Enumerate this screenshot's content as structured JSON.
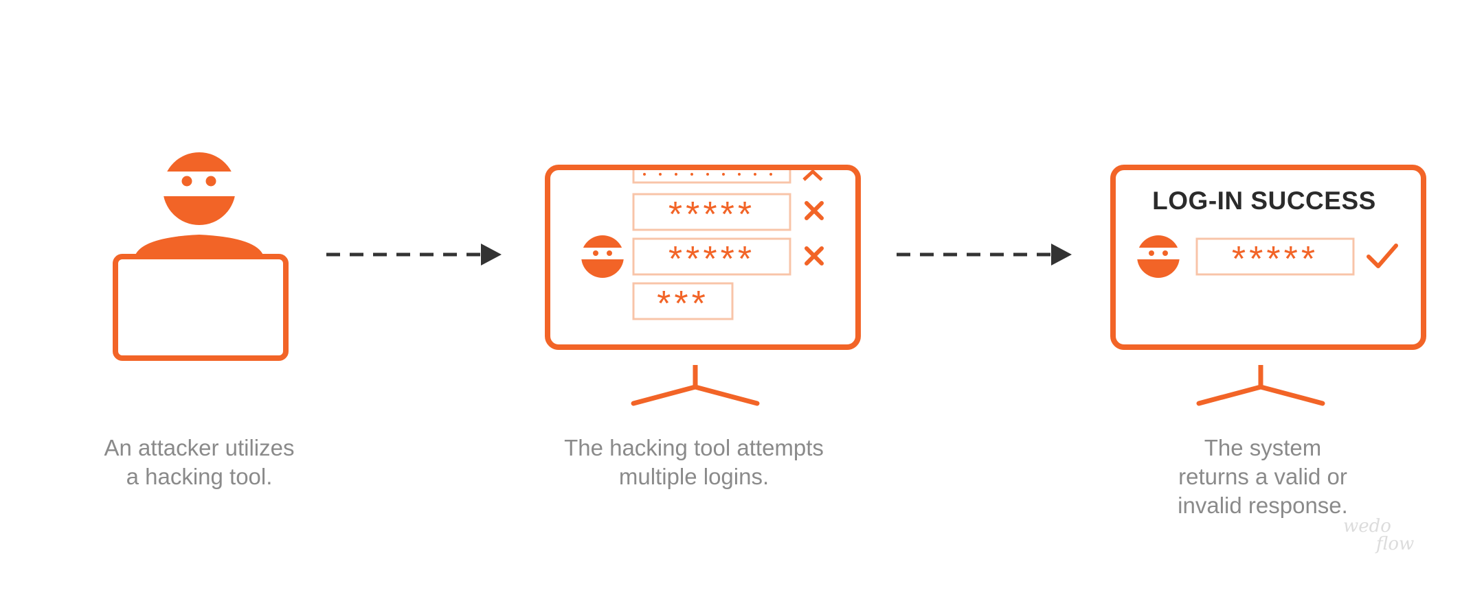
{
  "captions": {
    "step1": [
      "An attacker utilizes",
      "a hacking tool."
    ],
    "step2": [
      "The hacking tool attempts",
      "multiple logins."
    ],
    "step3": [
      "The system",
      "returns a valid or",
      "invalid response."
    ]
  },
  "success_screen": {
    "title": "LOG-IN SUCCESS",
    "password": "*****"
  },
  "attempts_screen": {
    "passwords": [
      "*****",
      "*****",
      "***"
    ]
  },
  "watermark": {
    "text_1": "wedo",
    "text_2": "flow"
  },
  "colors": {
    "accent": "#f26427",
    "accent_light": "#f8c4a8",
    "arrow": "#333333",
    "caption": "#8a8a8a",
    "title": "#2b2b2b"
  },
  "icons": {
    "attacker": "ninja-hacker-icon",
    "laptop": "laptop-icon",
    "monitor": "monitor-icon",
    "fail": "x-mark-icon",
    "success": "checkmark-icon",
    "arrow": "dashed-arrow-icon"
  }
}
